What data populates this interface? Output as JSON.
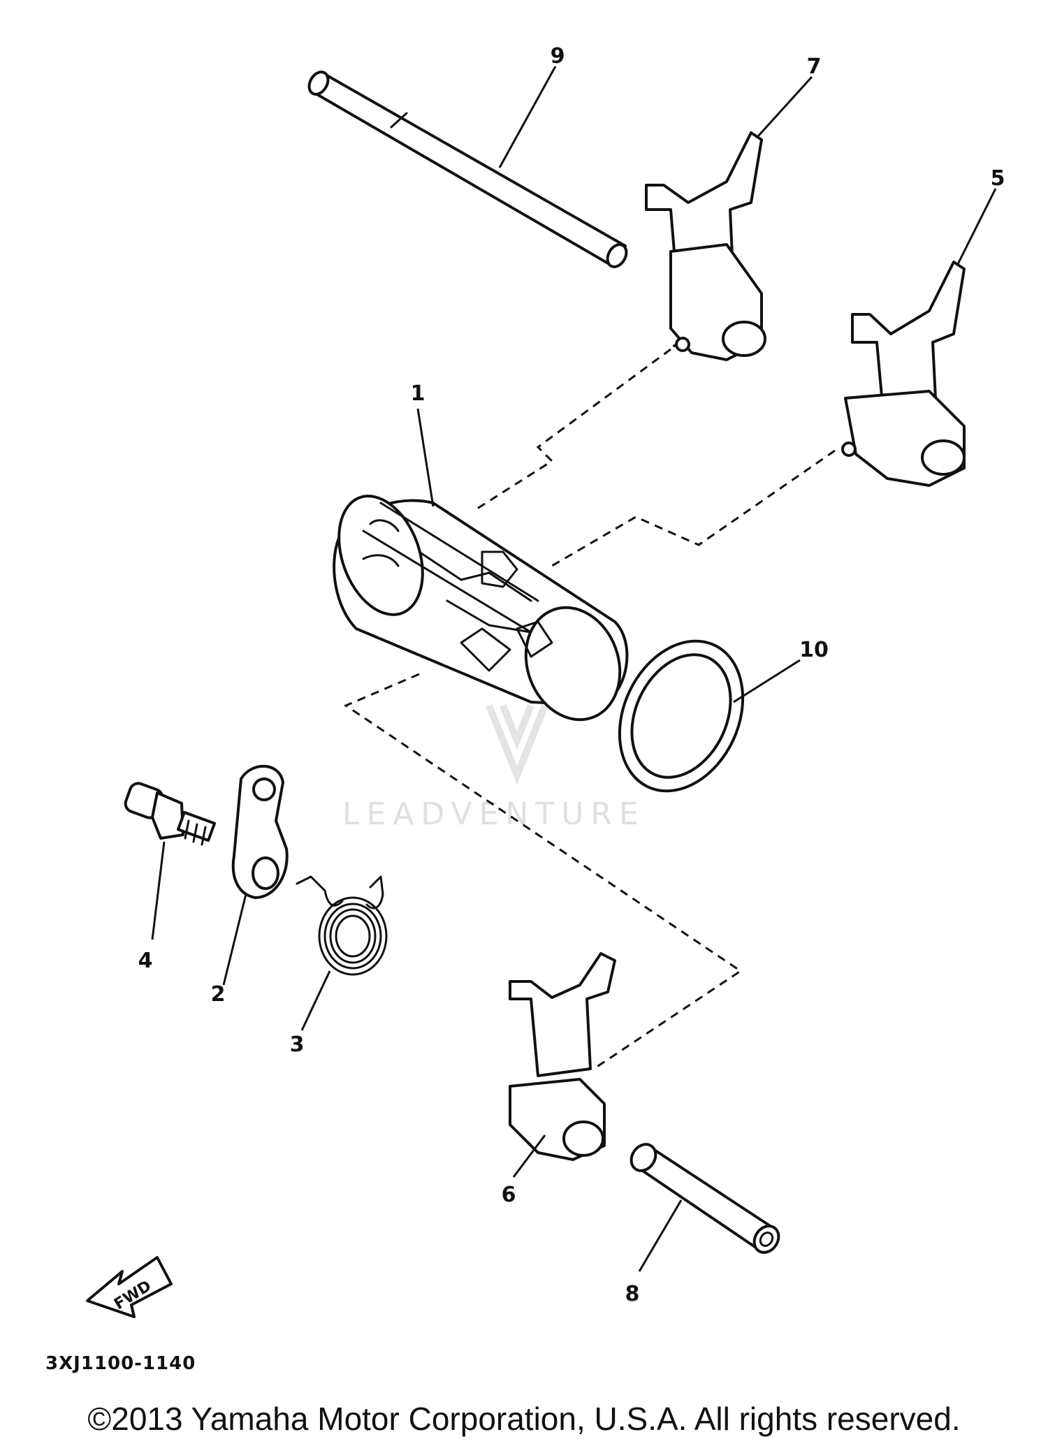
{
  "callouts": {
    "p1": "1",
    "p2": "2",
    "p3": "3",
    "p4": "4",
    "p5": "5",
    "p6": "6",
    "p7": "7",
    "p8": "8",
    "p9": "9",
    "p10": "10"
  },
  "fwd_label": "FWD",
  "diagram_code": "3XJ1100-1140",
  "watermark": "LEADVENTURE",
  "copyright": "©2013 Yamaha Motor Corporation, U.S.A. All rights reserved."
}
